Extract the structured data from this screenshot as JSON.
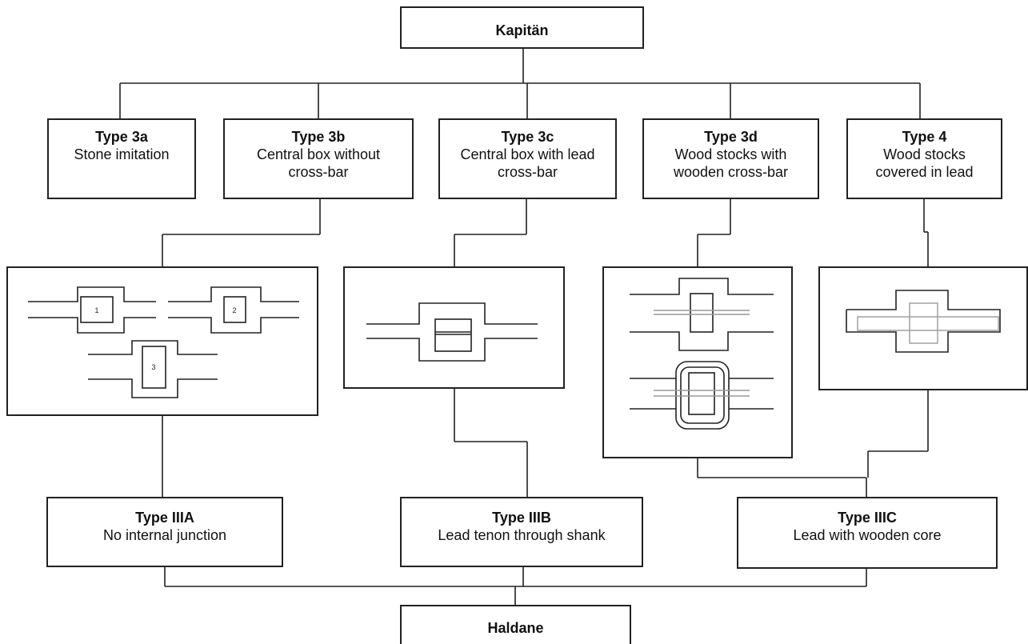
{
  "top": {
    "title": "Kapitän"
  },
  "types": [
    {
      "title": "Type 3a",
      "desc": "Stone imitation"
    },
    {
      "title": "Type 3b",
      "desc": "Central box without cross-bar"
    },
    {
      "title": "Type 3c",
      "desc": "Central box with lead cross-bar"
    },
    {
      "title": "Type 3d",
      "desc": "Wood stocks with wooden cross-bar"
    },
    {
      "title": "Type 4",
      "desc": "Wood stocks covered in lead"
    }
  ],
  "diagram_labels": [
    "1",
    "2",
    "3"
  ],
  "groups": [
    {
      "title": "Type IIIA",
      "desc": "No internal junction"
    },
    {
      "title": "Type IIIB",
      "desc": "Lead tenon through shank"
    },
    {
      "title": "Type IIIC",
      "desc": "Lead with wooden core"
    }
  ],
  "bottom": {
    "title": "Haldane"
  },
  "colors": {
    "line": "#222222",
    "light": "#999999"
  }
}
